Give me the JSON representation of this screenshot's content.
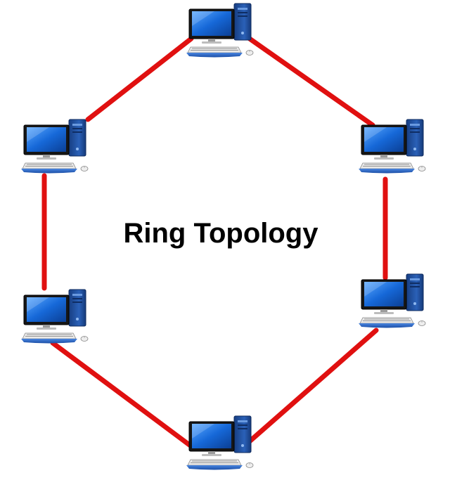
{
  "diagram": {
    "title": "Ring Topology",
    "link_color": "#e01010",
    "node_icon": "desktop-computer-icon",
    "nodes": [
      {
        "id": "top"
      },
      {
        "id": "upper-right"
      },
      {
        "id": "lower-right"
      },
      {
        "id": "bottom"
      },
      {
        "id": "lower-left"
      },
      {
        "id": "upper-left"
      }
    ],
    "links": [
      {
        "from": "top",
        "to": "upper-right"
      },
      {
        "from": "upper-right",
        "to": "lower-right"
      },
      {
        "from": "lower-right",
        "to": "bottom"
      },
      {
        "from": "bottom",
        "to": "lower-left"
      },
      {
        "from": "lower-left",
        "to": "upper-left"
      },
      {
        "from": "upper-left",
        "to": "top"
      }
    ],
    "colors": {
      "monitor_frame": "#1b1b1b",
      "screen": "#1560c8",
      "tower": "#1f4f9a",
      "keyboard_base": "#2b63c2"
    }
  }
}
